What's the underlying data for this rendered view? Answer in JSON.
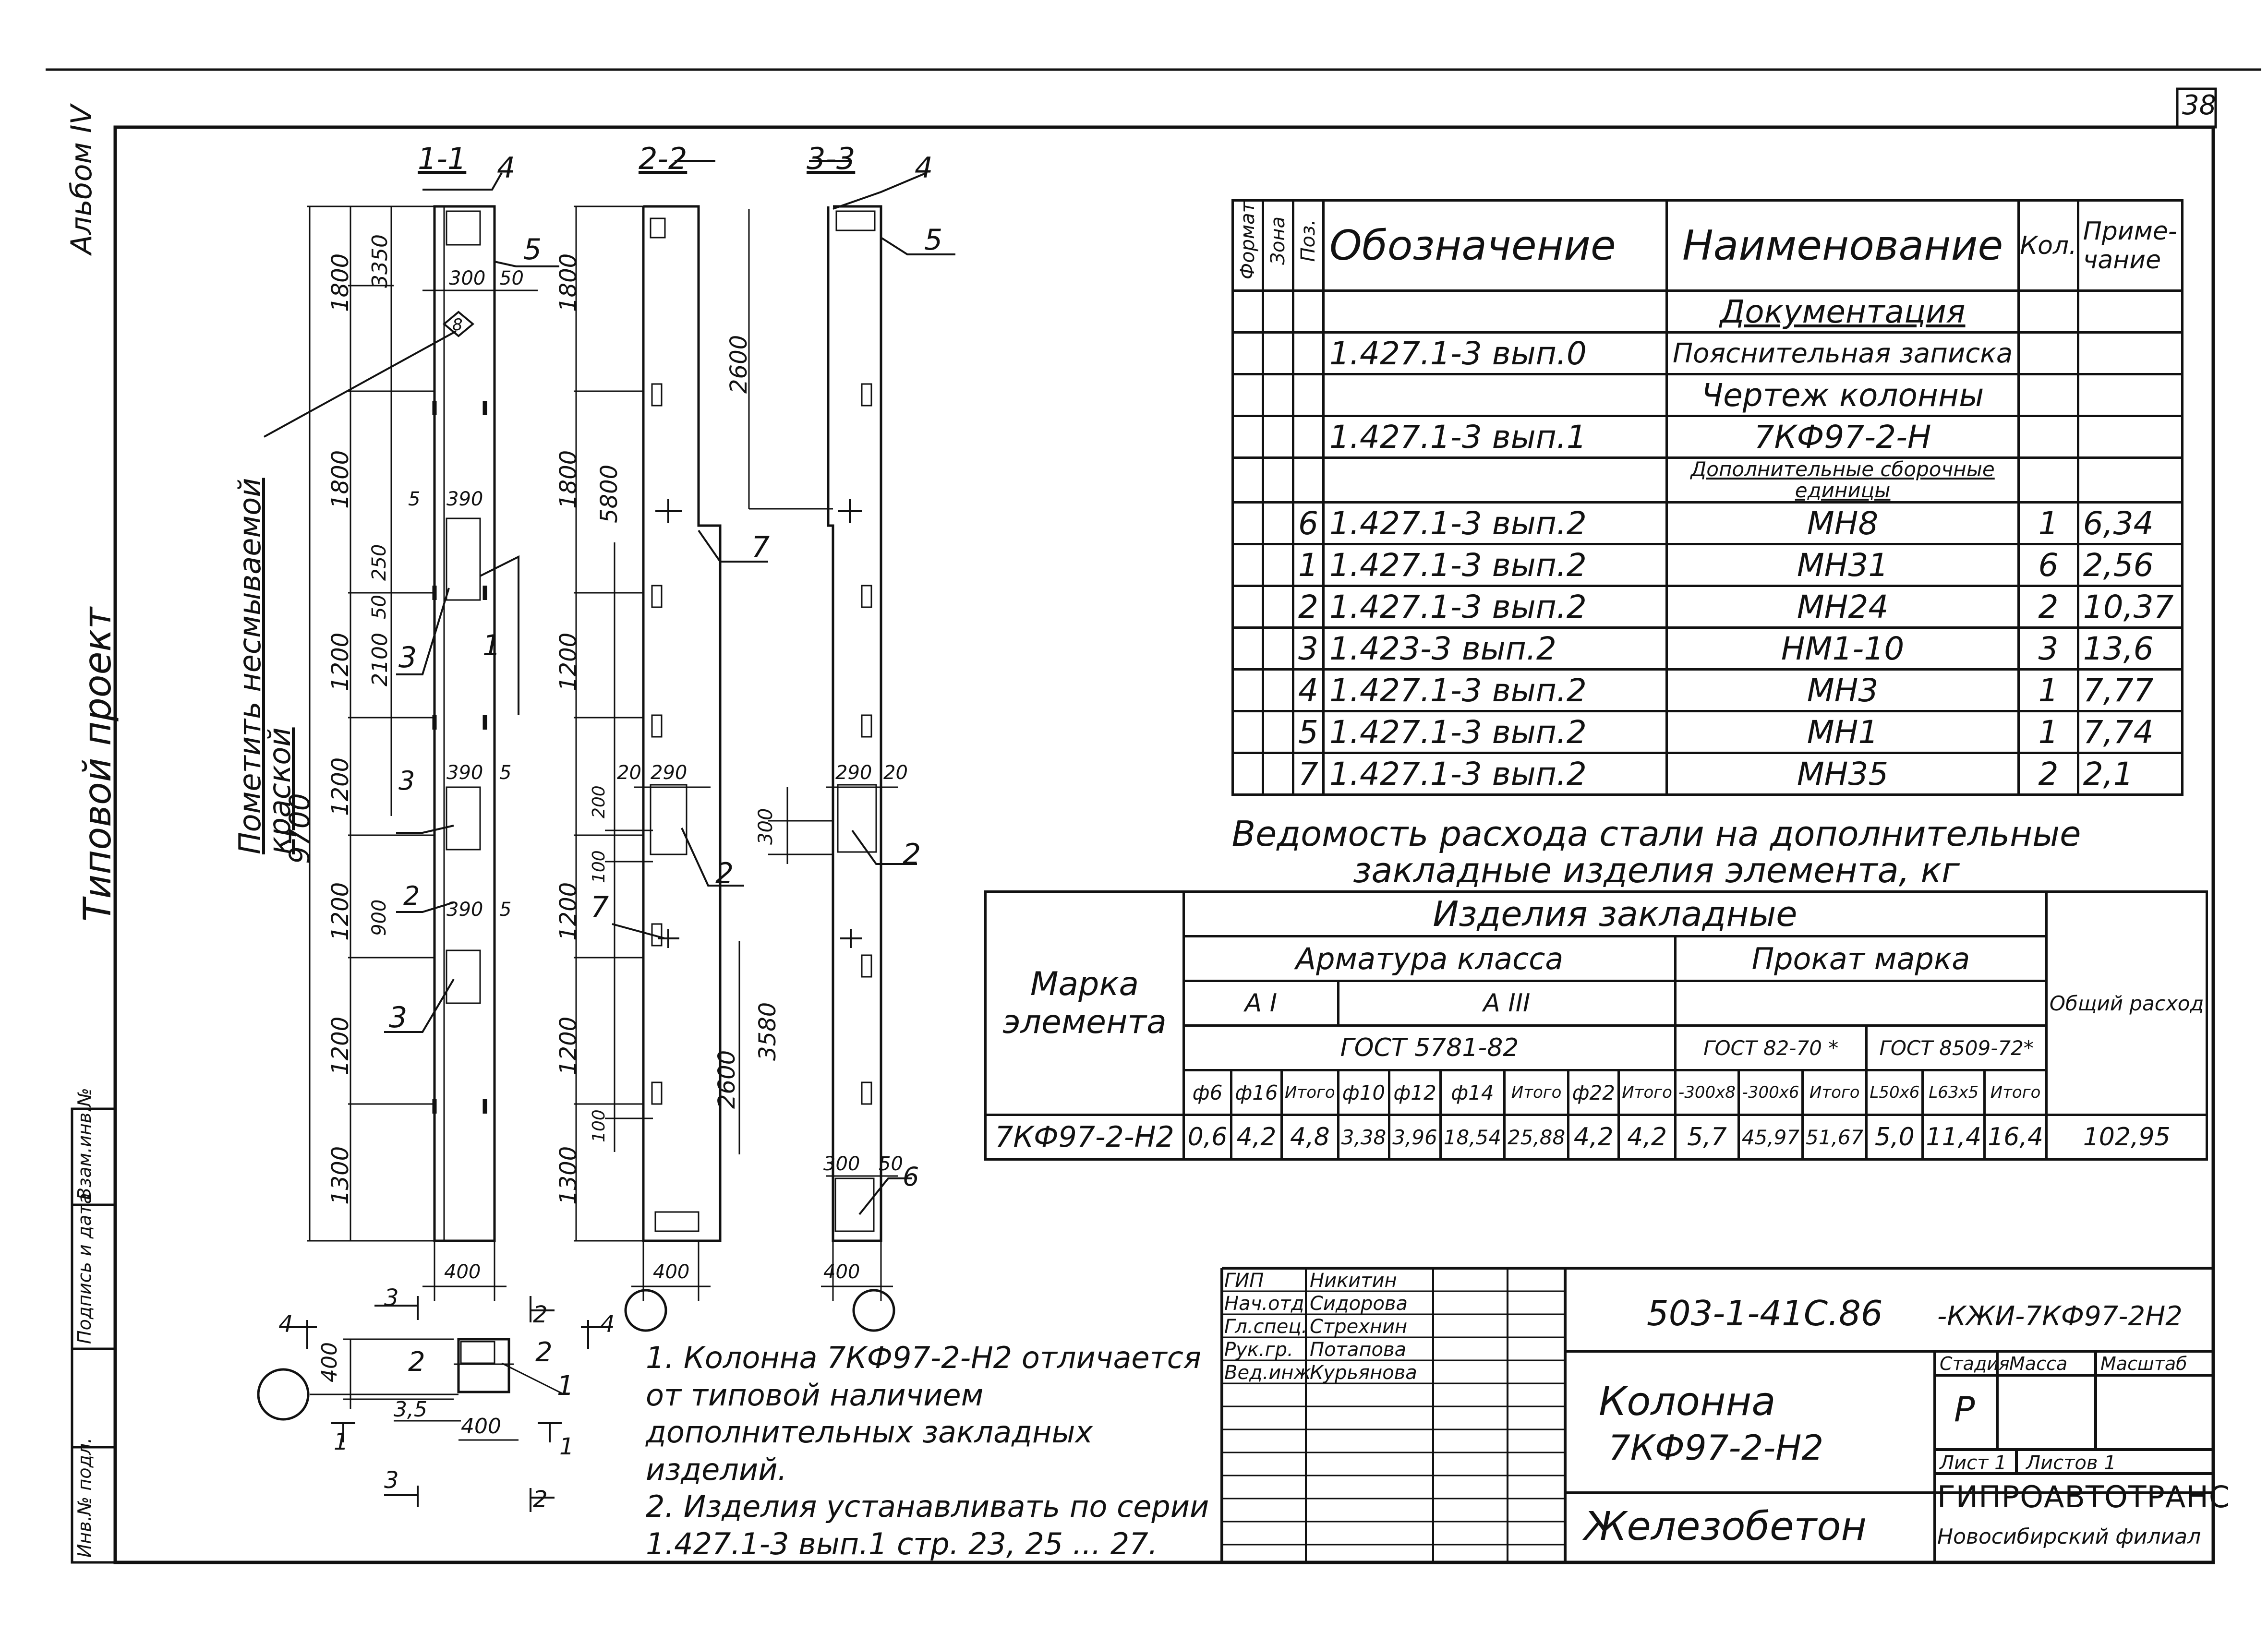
{
  "sheet_number": "38",
  "side_labels": {
    "album": "Альбом IV",
    "project": "Типовой проект",
    "stamp_cells": [
      "Взам.инв.№",
      "Подпись и дата",
      "Инв.№ подл."
    ]
  },
  "drawing": {
    "section_1": "1-1",
    "section_2": "2-2",
    "section_3": "3-3",
    "mark_note": "Пометить несмываемой краской",
    "mark_symbol": "8",
    "dims_left": [
      "1300",
      "1200",
      "1200",
      "1200",
      "1200",
      "1800",
      "1800"
    ],
    "dim_total": "9700",
    "dims_mid_left": [
      "3350",
      "2100",
      "900",
      "250",
      "50"
    ],
    "dims_section": [
      "300",
      "50",
      "390",
      "390",
      "390",
      "250",
      "5",
      "5",
      "5",
      "400"
    ],
    "dims_col2": [
      "1300",
      "1200",
      "1200",
      "1200",
      "1800",
      "1800",
      "5800",
      "200",
      "100",
      "100",
      "20",
      "290",
      "400"
    ],
    "dims_col3": [
      "2600",
      "300",
      "3580",
      "2600",
      "290",
      "20",
      "300",
      "50",
      "400"
    ],
    "positions": [
      "1",
      "2",
      "3",
      "4",
      "5",
      "6",
      "7"
    ],
    "plan_dims": [
      "400",
      "3,5",
      "400"
    ],
    "plan_cuts": [
      "1",
      "2",
      "3",
      "4"
    ]
  },
  "spec": {
    "headers": {
      "format": "Формат",
      "zone": "Зона",
      "pos": "Поз.",
      "designation": "Обозначение",
      "name": "Наименование",
      "qty": "Кол.",
      "note": "Приме-чание"
    },
    "rows": [
      {
        "pos": "",
        "designation": "",
        "name": "Документация",
        "qty": "",
        "note": ""
      },
      {
        "pos": "",
        "designation": "1.427.1-3 вып.0",
        "name": "Пояснительная записка",
        "qty": "",
        "note": ""
      },
      {
        "pos": "",
        "designation": "",
        "name": "Чертеж колонны",
        "qty": "",
        "note": ""
      },
      {
        "pos": "",
        "designation": "1.427.1-3 вып.1",
        "name": "7КФ97-2-Н",
        "qty": "",
        "note": ""
      },
      {
        "pos": "",
        "designation": "",
        "name": "Дополнительные сборочные единицы",
        "qty": "",
        "note": ""
      },
      {
        "pos": "6",
        "designation": "1.427.1-3 вып.2",
        "name": "МН8",
        "qty": "1",
        "note": "6,34"
      },
      {
        "pos": "1",
        "designation": "1.427.1-3 вып.2",
        "name": "МН31",
        "qty": "6",
        "note": "2,56"
      },
      {
        "pos": "2",
        "designation": "1.427.1-3 вып.2",
        "name": "МН24",
        "qty": "2",
        "note": "10,37"
      },
      {
        "pos": "3",
        "designation": "1.423-3 вып.2",
        "name": "НМ1-10",
        "qty": "3",
        "note": "13,6"
      },
      {
        "pos": "4",
        "designation": "1.427.1-3 вып.2",
        "name": "МН3",
        "qty": "1",
        "note": "7,77"
      },
      {
        "pos": "5",
        "designation": "1.427.1-3 вып.2",
        "name": "МН1",
        "qty": "1",
        "note": "7,74"
      },
      {
        "pos": "7",
        "designation": "1.427.1-3 вып.2",
        "name": "МН35",
        "qty": "2",
        "note": "2,1"
      }
    ]
  },
  "steel": {
    "title": "Ведомость расхода стали на дополнительные закладные изделия элемента, кг",
    "mark_header": "Марка элемента",
    "items_header": "Изделия закладные",
    "rebar_header": "Арматура класса",
    "rolled_header": "Прокат марка",
    "total_header": "Общий расход",
    "class_a1": "А I",
    "class_a3": "А III",
    "gost_rebar": "ГОСТ 5781-82",
    "gost_rolled_1": "ГОСТ 82-70 *",
    "gost_rolled_2": "ГОСТ 8509-72*",
    "columns": [
      "ф6",
      "ф16",
      "Итого",
      "ф10",
      "ф12",
      "ф14",
      "Итого",
      "ф22",
      "Итого",
      "-300х8",
      "-300х6",
      "Итого",
      "L50х6",
      "L63х5",
      "Итого"
    ],
    "row": {
      "mark": "7КФ97-2-Н2",
      "values": [
        "0,6",
        "4,2",
        "4,8",
        "3,38",
        "3,96",
        "18,54",
        "25,88",
        "4,2",
        "4,2",
        "5,7",
        "45,97",
        "51,67",
        "5,0",
        "11,4",
        "16,4"
      ],
      "total": "102,95"
    }
  },
  "notes": [
    "1. Колонна 7КФ97-2-Н2 отличается от типовой наличием дополнительных закладных изделий.",
    "2. Изделия устанавливать по серии 1.427.1-3 вып.1 стр. 23, 25 ... 27."
  ],
  "title_block": {
    "code": "503-1-41С.86",
    "code_suffix": "-КЖИ-7КФ97-2Н2",
    "staff": [
      {
        "role": "ГИП",
        "name": "Никитин"
      },
      {
        "role": "Нач.отд",
        "name": "Сидорова"
      },
      {
        "role": "Гл.спец.",
        "name": "Стрехнин"
      },
      {
        "role": "Рук.гр.",
        "name": "Потапова"
      },
      {
        "role": "Вед.инж",
        "name": "Курьянова"
      }
    ],
    "object_name": "Колонна",
    "object_mark": "7КФ97-2-Н2",
    "material": "Железобетон",
    "stage_label": "Стадия",
    "mass_label": "Масса",
    "scale_label": "Масштаб",
    "stage": "Р",
    "sheet_label": "Лист 1",
    "sheets_label": "Листов 1",
    "org": "ГИПРОАВТОТРАНС",
    "branch": "Новосибирский филиал"
  }
}
